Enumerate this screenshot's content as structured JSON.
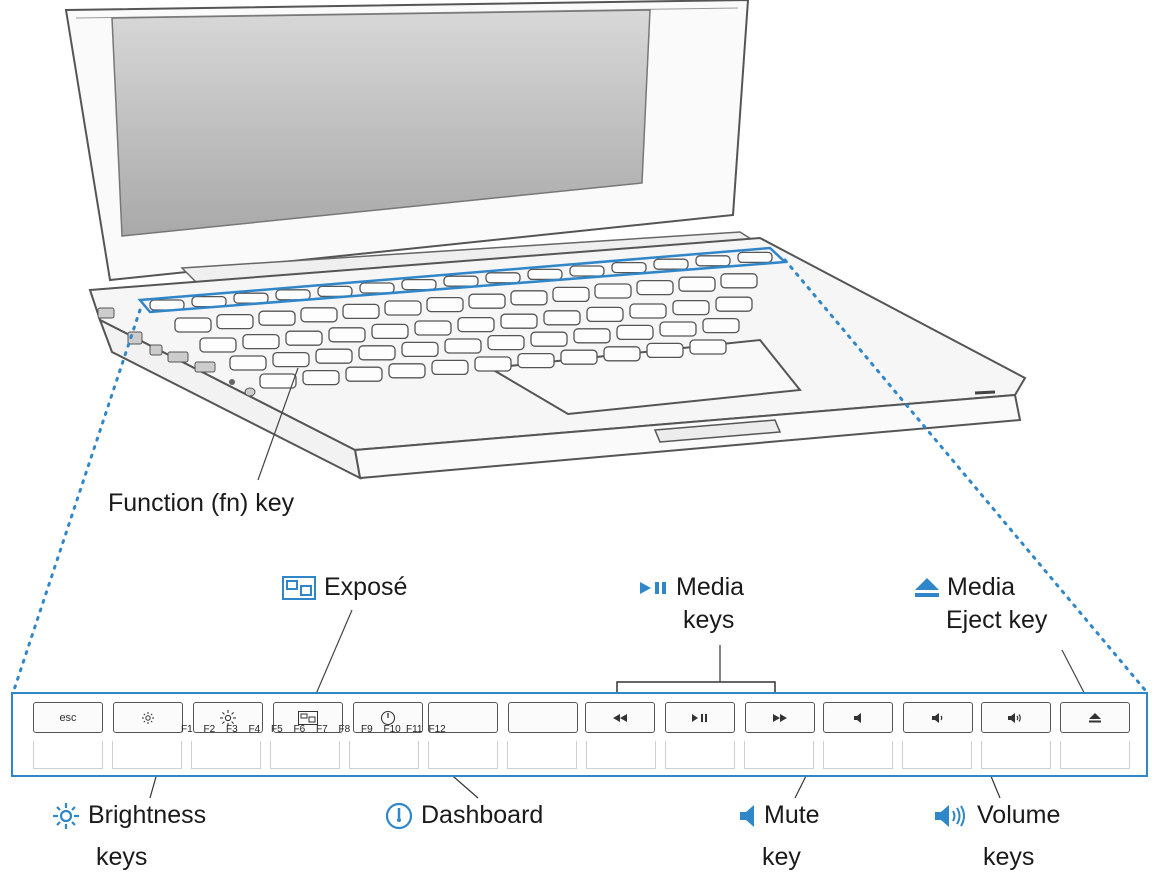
{
  "labels": {
    "function_key": "Function (fn) key",
    "expose": "Exposé",
    "media_keys": [
      "Media",
      "keys"
    ],
    "media_eject": [
      "Media",
      "Eject key"
    ],
    "brightness": [
      "Brightness",
      "keys"
    ],
    "dashboard": "Dashboard",
    "mute": [
      "Mute",
      "key"
    ],
    "volume": [
      "Volume",
      "keys"
    ]
  },
  "keyboard": {
    "esc_label": "esc",
    "fkey_labels": [
      "F1",
      "F2",
      "F3",
      "F4",
      "F5",
      "F6",
      "F7",
      "F8",
      "F9",
      "F10",
      "F11",
      "F12"
    ]
  },
  "colors": {
    "accent": "#2f86c8"
  },
  "icons": {
    "brightness": "sun-icon",
    "expose": "expose-icon",
    "dashboard": "dashboard-gauge-icon",
    "media": "play-pause-icon",
    "eject": "eject-icon",
    "mute": "speaker-mute-icon",
    "volume": "speaker-volume-icon"
  }
}
